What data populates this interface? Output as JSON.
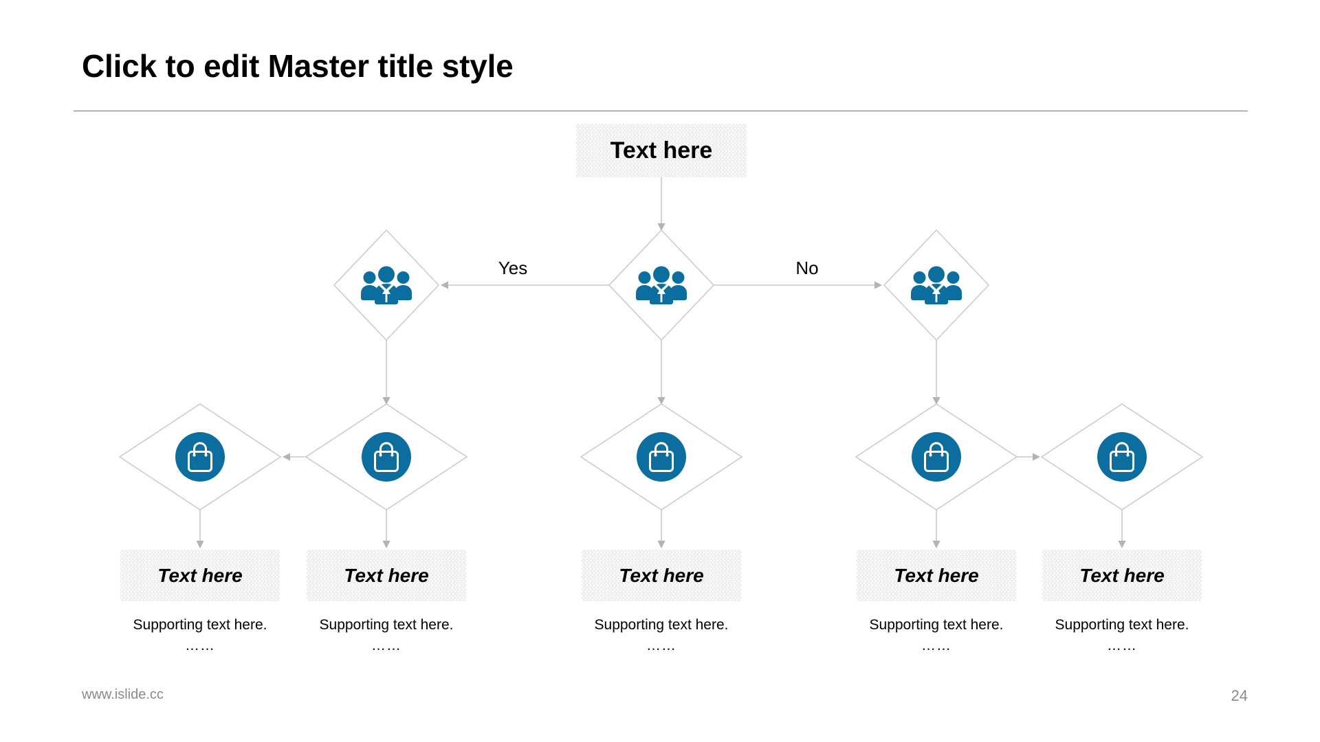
{
  "slide": {
    "title": "Click to edit Master title style",
    "footer_url": "www.islide.cc",
    "page_number": "24"
  },
  "colors": {
    "accent_blue": "#0b6e9e",
    "box_fill": "#efefef",
    "wire_gray": "#bfbfbf",
    "rule_gray": "#737373",
    "footer_gray": "#8a8a8a"
  },
  "diagram": {
    "type": "flowchart",
    "root": {
      "label": "Text here",
      "icon": "text-box"
    },
    "edge_labels": {
      "yes": "Yes",
      "no": "No"
    },
    "decision_nodes": [
      {
        "id": "decision-left",
        "icon": "people-group-icon"
      },
      {
        "id": "decision-center",
        "icon": "people-group-icon"
      },
      {
        "id": "decision-right",
        "icon": "people-group-icon"
      }
    ],
    "action_nodes": [
      {
        "id": "action-1",
        "icon": "shopping-bag-icon"
      },
      {
        "id": "action-2",
        "icon": "shopping-bag-icon"
      },
      {
        "id": "action-3",
        "icon": "shopping-bag-icon"
      },
      {
        "id": "action-4",
        "icon": "shopping-bag-icon"
      },
      {
        "id": "action-5",
        "icon": "shopping-bag-icon"
      }
    ],
    "leaves": [
      {
        "title": "Text here",
        "support": "Supporting text here.",
        "dots": "……"
      },
      {
        "title": "Text here",
        "support": "Supporting text here.",
        "dots": "……"
      },
      {
        "title": "Text here",
        "support": "Supporting text here.",
        "dots": "……"
      },
      {
        "title": "Text here",
        "support": "Supporting text here.",
        "dots": "……"
      },
      {
        "title": "Text here",
        "support": "Supporting text here.",
        "dots": "……"
      }
    ]
  }
}
